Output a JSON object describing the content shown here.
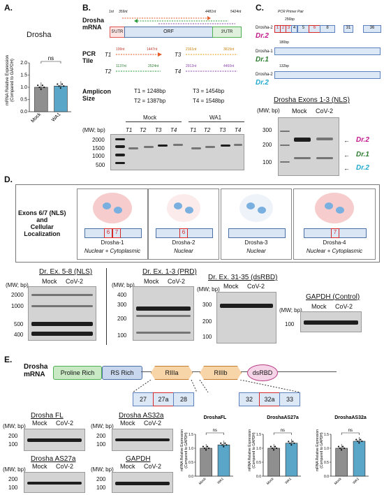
{
  "panels": {
    "A": "A.",
    "B": "B.",
    "C": "C.",
    "D": "D.",
    "E": "E."
  },
  "panelA": {
    "title": "Drosha",
    "ns": "ns",
    "ylabel": "mRNA Relative Expression\n(Compared to GAPDH)",
    "ticks": [
      "0.0",
      "0.5",
      "1.0",
      "1.5",
      "2.0"
    ],
    "cats": [
      "Mock",
      "WA1"
    ],
    "values": [
      1.0,
      1.05
    ],
    "colors": [
      "#8f8f8f",
      "#5aa6c9"
    ]
  },
  "panelB": {
    "mrna_label": "Drosha\nmRNA",
    "pos": [
      "1nt",
      "359nt",
      "4481nt",
      "5424nt"
    ],
    "regions": [
      "5'UTR",
      "ORF",
      "3'UTR"
    ],
    "pcr_label": "PCR\nTile",
    "tiles": [
      {
        "name": "T1",
        "start": "199nt",
        "end": "1447nt"
      },
      {
        "name": "T2",
        "start": "1137nt",
        "end": "2524nt"
      },
      {
        "name": "T3",
        "start": "2161nt",
        "end": "3615nt"
      },
      {
        "name": "T4",
        "start": "2912nt",
        "end": "4460nt"
      }
    ],
    "amplicon_label": "Amplicon\nSize",
    "amplicons": [
      "T1 = 1248bp",
      "T2 = 1387bp",
      "T3 = 1454bp",
      "T4 = 1548bp"
    ],
    "groups": [
      "Mock",
      "WA1"
    ],
    "lanes": [
      "T1",
      "T2",
      "T3",
      "T4",
      "T1",
      "T2",
      "T3",
      "T4"
    ],
    "mw_label": "(MW; bp)",
    "mw": [
      "2000",
      "1500",
      "1000",
      "500"
    ]
  },
  "panelC": {
    "primer_label": "PCR Primer Pair",
    "size1": "256bp",
    "size2": "180bp",
    "size3": "132bp",
    "isoforms": [
      {
        "left": "Drosha-2",
        "name": "Dr.2",
        "color": "#c2188b"
      },
      {
        "left": "Drosha-1",
        "name": "Dr.1",
        "color": "#2e7d32"
      },
      {
        "left": "Drosha-2",
        "name": "Dr.2",
        "color": "#1fa9cf"
      }
    ],
    "exons_top": [
      "1",
      "2",
      "3",
      "4",
      "5",
      "6",
      "8",
      "31",
      "36"
    ],
    "gel_title": "Drosha Exons 1-3 (NLS)",
    "mw_label": "(MW; bp)",
    "lanes": [
      "Mock",
      "CoV-2"
    ],
    "mw": [
      "300",
      "200",
      "100"
    ],
    "arrows": [
      "Dr.2",
      "Dr.1",
      "Dr.2"
    ]
  },
  "panelD": {
    "box_label": "Exons 6/7 (NLS)\nand\nCellular\nLocalization",
    "cells": [
      {
        "name": "Drosha-1",
        "exons": [
          "6",
          "7"
        ],
        "loc": "Nuclear + Cytoplasmic"
      },
      {
        "name": "Drosha-2",
        "exons": [
          "6"
        ],
        "loc": "Nuclear"
      },
      {
        "name": "Drosha-3",
        "exons": [],
        "loc": "Nuclear"
      },
      {
        "name": "Drosha-4",
        "exons": [
          "7"
        ],
        "loc": "Nuclear + Cytoplasmic"
      }
    ],
    "gels": [
      {
        "title": "Dr. Ex. 5-8 (NLS)",
        "mw": [
          "2000",
          "1000",
          "500",
          "400"
        ]
      },
      {
        "title": "Dr. Ex. 1-3 (PRD)",
        "mw": [
          "400",
          "300",
          "200",
          "100"
        ]
      },
      {
        "title": "Dr. Ex. 31-35 (dsRBD)",
        "mw": [
          "300",
          "200",
          "100"
        ]
      },
      {
        "title": "GAPDH (Control)",
        "mw": [
          "100"
        ]
      }
    ],
    "mw_label": "(MW; bp)",
    "lanes": [
      "Mock",
      "CoV-2"
    ]
  },
  "panelE": {
    "mrna_label": "Drosha\nmRNA",
    "domains": [
      "Proline Rich",
      "RS Rich",
      "RIIIa",
      "RIIIb",
      "dsRBD"
    ],
    "exons_a": [
      "27",
      "27a",
      "28"
    ],
    "exons_b": [
      "32",
      "32a",
      "33"
    ],
    "gels": [
      {
        "title": "Drosha FL",
        "mw": [
          "200",
          "100"
        ]
      },
      {
        "title": "Drosha AS32a",
        "mw": [
          "200",
          "100"
        ]
      },
      {
        "title": "Drosha AS27a",
        "mw": [
          "200",
          "100"
        ]
      },
      {
        "title": "GAPDH",
        "mw": [
          "200",
          "100"
        ]
      }
    ],
    "mw_label": "(MW; bp)",
    "lanes": [
      "Mock",
      "CoV-2"
    ],
    "charts": [
      {
        "title": "DroshaFL",
        "ns": "ns",
        "ticks": [
          "0.0",
          "0.5",
          "1.0",
          "1.5"
        ],
        "values": [
          1.0,
          1.12
        ]
      },
      {
        "title": "DroshaAS27a",
        "ns": "ns",
        "ticks": [
          "0.0",
          "0.5",
          "1.0",
          "1.5"
        ],
        "values": [
          1.0,
          1.18
        ]
      },
      {
        "title": "DroshaAS32a",
        "ns": "ns",
        "ticks": [
          "0.0",
          "0.5",
          "1.0",
          "1.5"
        ],
        "values": [
          1.0,
          1.25
        ]
      }
    ],
    "chart_ylabel": "mRNA Relative Expression\n(Compared to GAPDH)",
    "chart_cats": [
      "Mock",
      "WA1"
    ]
  },
  "chart_data": [
    {
      "type": "bar",
      "categories": [
        "Mock",
        "WA1"
      ],
      "values": [
        1.0,
        1.05
      ],
      "title": "Drosha",
      "ylabel": "mRNA Relative Expression (Compared to GAPDH)",
      "ylim": [
        0,
        2.0
      ]
    },
    {
      "type": "bar",
      "categories": [
        "Mock",
        "WA1"
      ],
      "values": [
        1.0,
        1.12
      ],
      "title": "DroshaFL",
      "ylabel": "mRNA Relative Expression (Compared to GAPDH)",
      "ylim": [
        0,
        1.5
      ]
    },
    {
      "type": "bar",
      "categories": [
        "Mock",
        "WA1"
      ],
      "values": [
        1.0,
        1.18
      ],
      "title": "DroshaAS27a",
      "ylabel": "mRNA Relative Expression (Compared to GAPDH)",
      "ylim": [
        0,
        1.5
      ]
    },
    {
      "type": "bar",
      "categories": [
        "Mock",
        "WA1"
      ],
      "values": [
        1.0,
        1.25
      ],
      "title": "DroshaAS32a",
      "ylabel": "mRNA Relative Expression (Compared to GAPDH)",
      "ylim": [
        0,
        1.5
      ]
    }
  ]
}
